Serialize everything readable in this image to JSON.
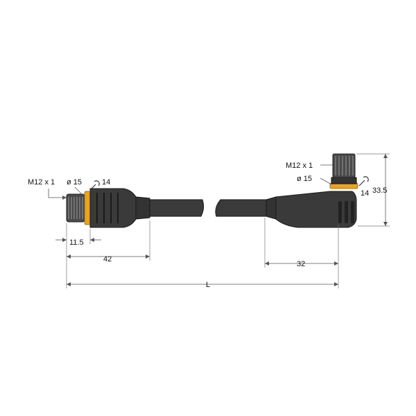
{
  "labels": {
    "left_thread": "M12 x 1",
    "left_diameter": "ø 15",
    "left_wrench": "14",
    "left_dim_small": "11.5",
    "left_dim_length": "42",
    "right_thread": "M12 x 1",
    "right_diameter": "ø 15",
    "right_wrench": "14",
    "right_height": "33.5",
    "right_dim_length": "32",
    "total_length": "L"
  },
  "colors": {
    "body": "#3a3a3a",
    "body_dark": "#1f1f1f",
    "ring": "#e3a52b",
    "knurl": "#8a8a8a",
    "line": "#555555"
  }
}
